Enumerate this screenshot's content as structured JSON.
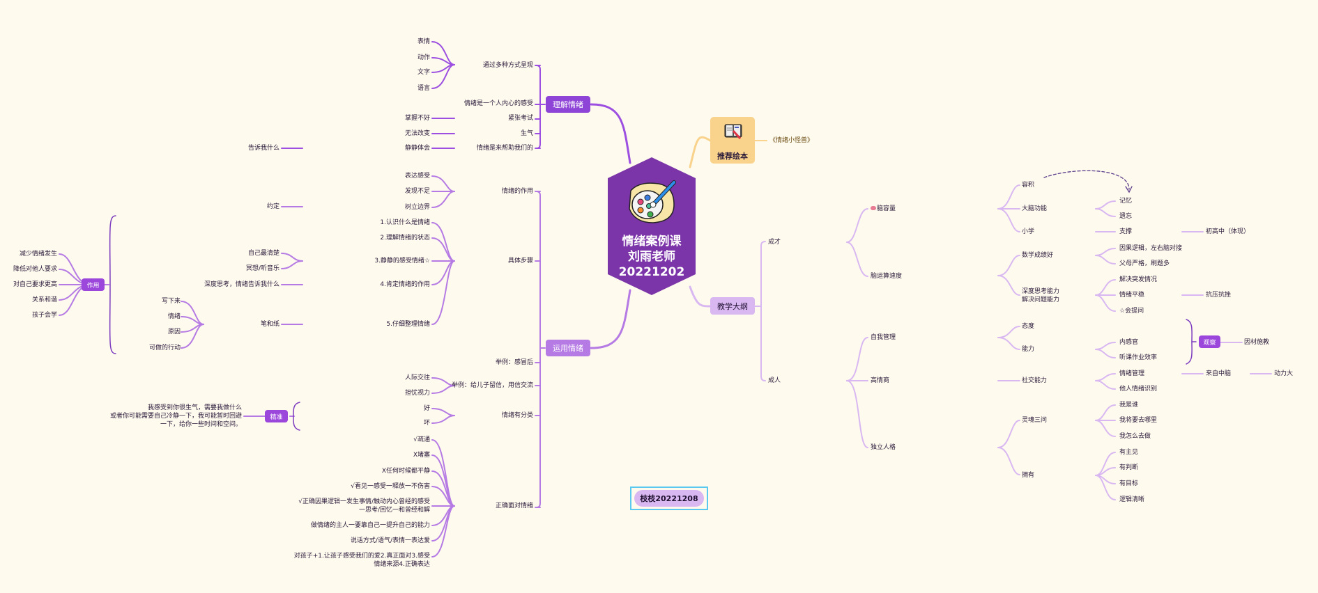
{
  "colors": {
    "background": "#fefaee",
    "center": "#7b35a8",
    "topic_dark": "#8e44d6",
    "topic_light": "#b57ae3",
    "book_topic": "#f9d28c",
    "outline_topic": "#d9b8f2",
    "left_branch": "#9c4fe0",
    "right_branch": "#d9b8f2",
    "selection": "#5bc9ef"
  },
  "center": {
    "icon": "palette-brush-icon",
    "line1": "情绪案例课",
    "line2": "刘雨老师",
    "line3": "20221202"
  },
  "understand": {
    "title": "理解情绪",
    "items": [
      {
        "label": "通过多种方式呈现",
        "children": [
          "表情",
          "动作",
          "文字",
          "语言"
        ]
      },
      {
        "label": "情绪是一个人内心的感受"
      },
      {
        "label": "紧张考试",
        "children": [
          "掌握不好"
        ]
      },
      {
        "label": "生气",
        "children": [
          "无法改变"
        ]
      },
      {
        "label": "情绪是来帮助我们的",
        "children": [
          "静静体会"
        ]
      }
    ]
  },
  "apply": {
    "title": "运用情绪",
    "role": {
      "label": "情绪的作用",
      "children": [
        "表达感受",
        "发现不足",
        "树立边界"
      ]
    },
    "steps": {
      "label": "具体步骤",
      "children": [
        {
          "label": "1.认识什么是情绪"
        },
        {
          "label": "2.理解情绪的状态"
        },
        {
          "label": "3.静静的感受情绪☆",
          "children": [
            "自己最清楚",
            "冥想/听音乐"
          ]
        },
        {
          "label": "4.肯定情绪的作用",
          "children": [
            "深度思考，情绪告诉我什么"
          ]
        },
        {
          "label": "5.仔细整理情绪",
          "children": [
            {
              "label": "笔和纸",
              "children": [
                "写下来",
                "情绪",
                "原因",
                "可做的行动"
              ]
            }
          ]
        }
      ]
    },
    "tell_me": "告诉我什么",
    "promise": "约定",
    "effect": {
      "title": "作用",
      "children": [
        "减少情绪发生",
        "降低对他人要求",
        "对自己要求更高",
        "关系和谐",
        "孩子会学"
      ]
    },
    "example1": "举例：感冒后",
    "example2": {
      "label": "举例：给儿子留信，用信交流",
      "children": [
        "人际交往",
        "担忧视力"
      ]
    },
    "category": {
      "label": "情绪有分类",
      "children": [
        "好",
        "坏"
      ]
    },
    "precise": {
      "title": "精准",
      "text": "我感受到你很生气，需要我做什么\n或者你可能需要自己冷静一下，我可能暂时回避\n一下，给你一些时间和空间。"
    },
    "face": {
      "label": "正确面对情绪",
      "children": [
        "√疏通",
        "X堵塞",
        "X任何时候都平静",
        "√看见一感受一释放一不伤害",
        "√正确因果逻辑一发生事情/触动内心曾经的感受\n一思考/回忆一和曾经和解",
        "做情绪的主人一要靠自己一提升自己的能力",
        "说话方式/语气/表情一表达爱",
        "对孩子+1.让孩子感受我们的爱2.真正面对3.感受\n情绪来源4.正确表达"
      ]
    }
  },
  "book": {
    "icon": "book-pencil-icon",
    "title": "推荐绘本",
    "child": "《情绪小怪兽》"
  },
  "outline": {
    "title": "教学大纲",
    "talent": {
      "label": "成才",
      "brain_capacity": {
        "icon": "brain-icon",
        "label": "脑容量",
        "children": [
          {
            "label": "容积"
          },
          {
            "label": "大脑功能",
            "children": [
              "记忆",
              "遗忘"
            ]
          },
          {
            "label": "小学",
            "children": [
              {
                "label": "支撑",
                "children": [
                  "初高中（体现）"
                ]
              }
            ]
          }
        ]
      },
      "brain_speed": {
        "label": "脑运算速度",
        "children": [
          {
            "label": "数学成绩好",
            "children": [
              "因果逻辑，左右脑对接",
              "父母严格，刷题多"
            ]
          },
          {
            "label": "深度思考能力\n解决问题能力",
            "children": [
              {
                "label": "解决突发情况"
              },
              {
                "label": "情绪平稳",
                "children": [
                  "抗压抗挫"
                ]
              },
              {
                "label": "☆会提问"
              }
            ]
          }
        ]
      }
    },
    "adult": {
      "label": "成人",
      "self_mgmt": {
        "label": "自我管理",
        "children": [
          {
            "label": "态度"
          },
          {
            "label": "能力",
            "children": [
              "内感官",
              "听课作业效率"
            ]
          }
        ],
        "observe": {
          "title": "观察",
          "child": "因材施教"
        }
      },
      "eq": {
        "label": "高情商",
        "children": [
          {
            "label": "社交能力",
            "children": [
              {
                "label": "情绪管理",
                "children": [
                  {
                    "label": "来自中脑",
                    "children": [
                      "动力大"
                    ]
                  }
                ]
              },
              {
                "label": "他人情绪识别"
              }
            ]
          }
        ]
      },
      "independent": {
        "label": "独立人格",
        "children": [
          {
            "label": "灵魂三问",
            "children": [
              "我是谁",
              "我将要去哪里",
              "我怎么去做"
            ]
          },
          {
            "label": "拥有",
            "children": [
              "有主见",
              "有判断",
              "有目标",
              "逻辑清晰"
            ]
          }
        ]
      }
    }
  },
  "floating": {
    "label": "枝枝20221208"
  }
}
